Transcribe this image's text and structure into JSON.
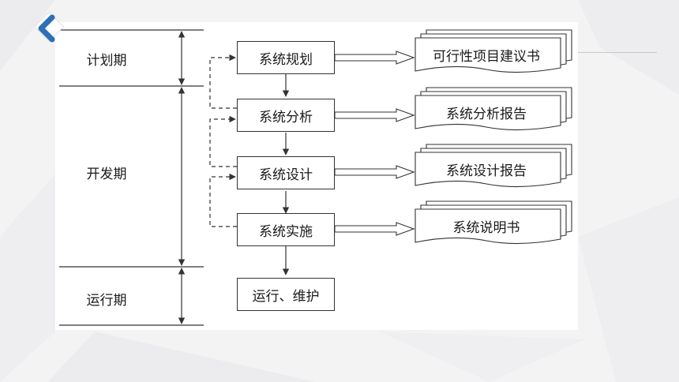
{
  "colors": {
    "background": "#f3f3f4",
    "panel": "#ffffff",
    "stroke": "#333333",
    "nav_blue": "#2f6fb5"
  },
  "icons": {
    "nav": "chevron-left-icon"
  },
  "phases": [
    {
      "label": "计划期"
    },
    {
      "label": "开发期"
    },
    {
      "label": "运行期"
    }
  ],
  "processes": [
    {
      "label": "系统规划"
    },
    {
      "label": "系统分析"
    },
    {
      "label": "系统设计"
    },
    {
      "label": "系统实施"
    },
    {
      "label": "运行、维护"
    }
  ],
  "documents": [
    {
      "label": "可行性项目建议书"
    },
    {
      "label": "系统分析报告"
    },
    {
      "label": "系统设计报告"
    },
    {
      "label": "系统说明书"
    }
  ]
}
